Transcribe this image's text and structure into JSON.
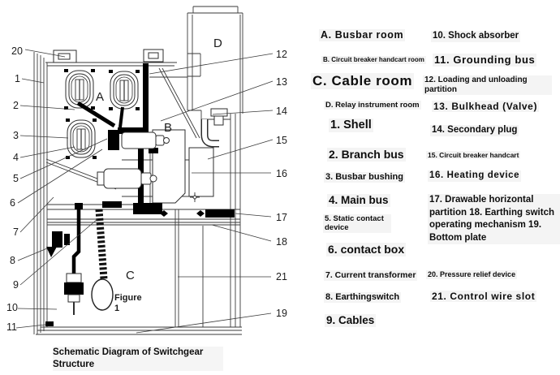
{
  "figure": {
    "caption": "Schematic Diagram of Switchgear Structure",
    "rooms": {
      "a": "A",
      "b": "B",
      "c": "C",
      "d": "D"
    },
    "figure_label": {
      "line1": "Figure",
      "line2": "1"
    },
    "callouts": {
      "c1": "1",
      "c2": "2",
      "c3": "3",
      "c4": "4",
      "c5": "5",
      "c6": "6",
      "c7": "7",
      "c8": "8",
      "c9": "9",
      "c10": "10",
      "c11": "11",
      "c12": "12",
      "c13": "13",
      "c14": "14",
      "c15": "15",
      "c16": "16",
      "c17": "17",
      "c18": "18",
      "c19": "19",
      "c20": "20",
      "c21": "21"
    },
    "line_color": "#2e2e2e",
    "conductor_color": "#000000"
  },
  "legend": {
    "left_column": [
      {
        "label": "A. Busbar room"
      },
      {
        "label": "B. Circuit breaker handcart room"
      },
      {
        "label": "C. Cable room"
      },
      {
        "label": "D. Relay instrument room"
      },
      {
        "label": "1. Shell"
      },
      {
        "label": "2. Branch bus"
      },
      {
        "label": "3. Busbar bushing"
      },
      {
        "label": "4. Main bus"
      },
      {
        "label": "5. Static contact device"
      },
      {
        "label": "6. contact box"
      },
      {
        "label": "7. Current transformer"
      },
      {
        "label": "8. Earthingswitch"
      },
      {
        "label": "9. Cables"
      }
    ],
    "right_column": [
      {
        "label": "10. Shock absorber"
      },
      {
        "label": "11. Grounding bus"
      },
      {
        "label": "12. Loading and unloading partition"
      },
      {
        "label": "13. Bulkhead (Valve)"
      },
      {
        "label": "14. Secondary plug"
      },
      {
        "label": "15. Circuit breaker handcart"
      },
      {
        "label": "16. Heating device"
      },
      {
        "label": "17. Drawable horizontal partition 18. Earthing switch operating mechanism 19. Bottom plate"
      },
      {
        "label": "20. Pressure relief device"
      },
      {
        "label": "21. Control wire slot"
      }
    ]
  }
}
